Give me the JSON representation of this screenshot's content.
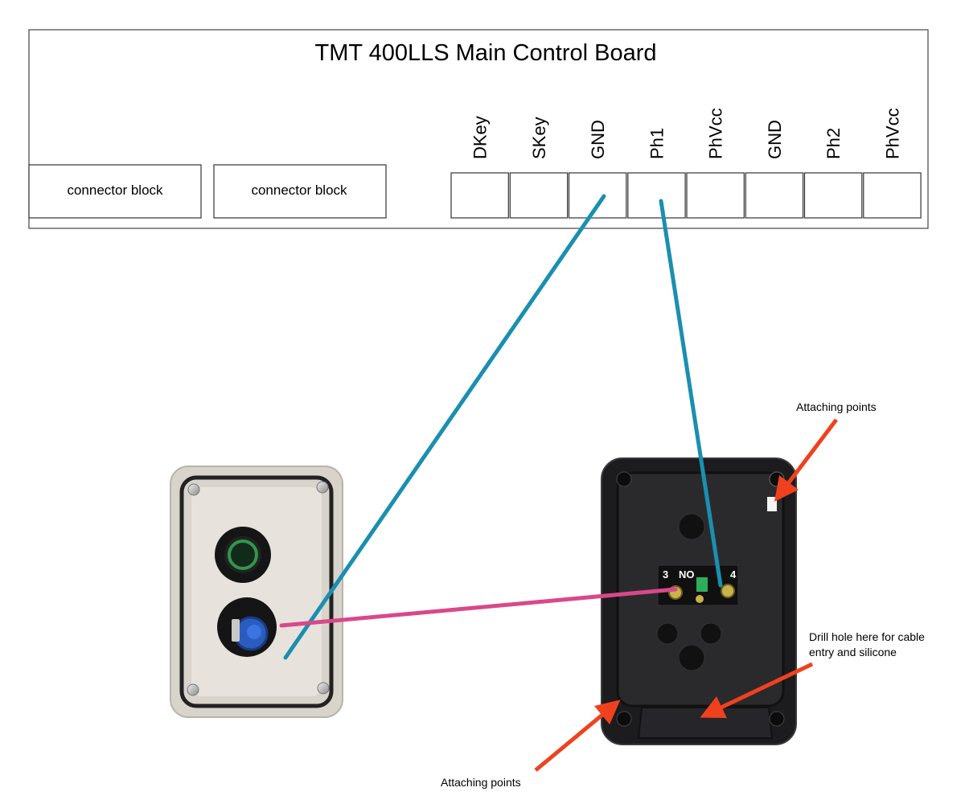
{
  "board": {
    "title": "TMT 400LLS Main Control Board",
    "connector_blocks": [
      "connector block",
      "connector block"
    ],
    "terminals": [
      "DKey",
      "SKey",
      "GND",
      "Ph1",
      "PhVcc",
      "GND",
      "Ph2",
      "PhVcc"
    ]
  },
  "switch": {
    "contact_left": "3",
    "contact_type": "NO",
    "contact_right": "4"
  },
  "annotations": {
    "attach_top": "Attaching points",
    "drill_line1": "Drill hole here for cable",
    "drill_line2": "entry and silicone",
    "attach_bottom": "Attaching points"
  },
  "colors": {
    "wire_blue": "#1a8fb0",
    "wire_pink": "#d9488a",
    "arrow_red": "#f0411e",
    "housing_light": "#d8d4cc",
    "housing_dark": "#1c1c1e",
    "button_blue": "#2a5cc0",
    "button_green": "#2c9a4a"
  }
}
